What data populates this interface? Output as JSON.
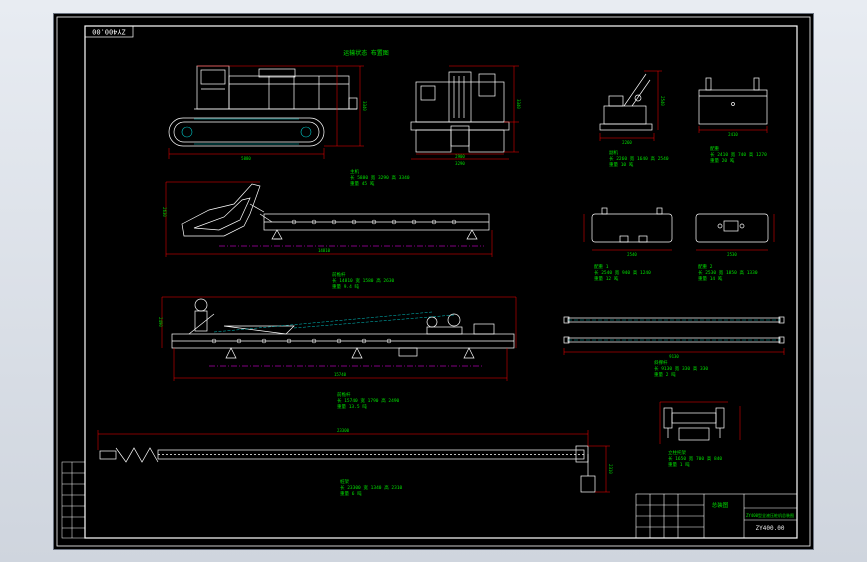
{
  "drawing": {
    "code_tag": "ZY400.00",
    "title_block": {
      "name": "总装图",
      "subtitle": "ZY400型全液压桩机总装图",
      "drawing_no": "ZY400.00"
    },
    "top_heading": "运输状态 布置图",
    "views": [
      {
        "id": "crawler",
        "caption_1": "主机",
        "caption_2": "长 5880 宽 3290 高 3340",
        "caption_3": "重量 45 吨",
        "dim_width": "5880",
        "dim_height": "3340"
      },
      {
        "id": "front",
        "dim_width": "3290",
        "dim_width_inner": "2900",
        "dim_height": "3340"
      },
      {
        "id": "mast_top",
        "caption_1": "前桅杆",
        "caption_2": "长 14810 宽 1580 高 2630",
        "caption_3": "重量 9.4 吨",
        "dim_width": "14810",
        "dim_height": "2630"
      },
      {
        "id": "mast_mid",
        "caption_1": "前桅杆",
        "caption_2": "长 15740 宽 1790 高 2490",
        "caption_3": "重量 13.5 吨",
        "dim_width": "15740",
        "dim_height": "2490"
      },
      {
        "id": "leader",
        "caption_1": "桩架",
        "caption_2": "长 23300 宽 1340 高 2310",
        "caption_3": "重量 6 吨",
        "dim_width": "23300",
        "dim_height": "2310"
      },
      {
        "id": "small_crane",
        "caption_1": "副机",
        "caption_2": "长 2260 宽 1640 高 2540",
        "caption_3": "重量 10 吨",
        "dim_width": "2260",
        "dim_height": "2540"
      },
      {
        "id": "counterweight",
        "caption_1": "配重",
        "caption_2": "长 2410 宽 740 高 1270",
        "caption_3": "重量 20 吨",
        "dim_width": "2410"
      },
      {
        "id": "block_a",
        "caption_1": "配重 1",
        "caption_2": "长 2540 宽 940 高 1240",
        "caption_3": "重量 12 吨",
        "dim_width": "2540"
      },
      {
        "id": "block_b",
        "caption_1": "配重 2",
        "caption_2": "长 2530 宽 1850 高 1330",
        "caption_3": "重量 14 吨",
        "dim_width": "2530"
      },
      {
        "id": "rods",
        "caption_1": "斜撑杆",
        "caption_2": "长 9130 宽 330 高 330",
        "caption_3": "重量 2 吨",
        "dim_width": "9130"
      },
      {
        "id": "small_part",
        "caption_1": "立柱托架",
        "caption_2": "长 1650 宽 700 高 840",
        "caption_3": "重量 1 吨"
      }
    ]
  },
  "colors": {
    "background": "#000000",
    "lines": "#ffffff",
    "dimensions": "#ff0000",
    "text": "#00e000",
    "center_line": "#ff00ff",
    "cable": "#00c8c8"
  }
}
